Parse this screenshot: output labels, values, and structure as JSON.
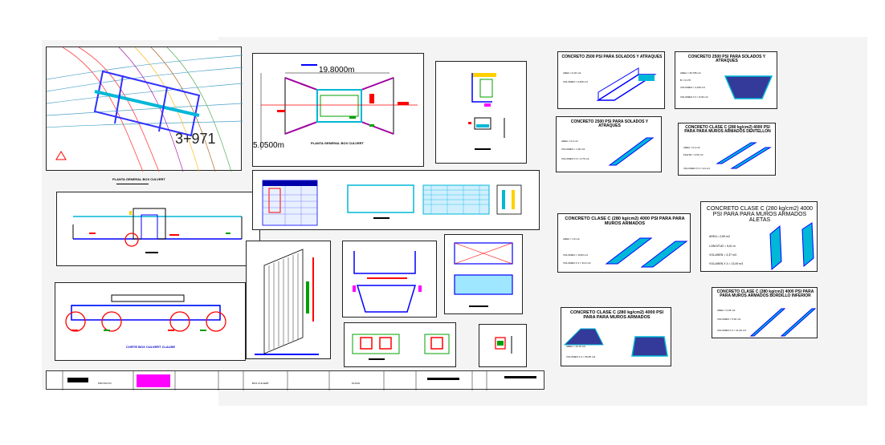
{
  "drawing": {
    "plan_caption": "PLANTA GENERAL BOX CULVERT",
    "dim_length": "19.8000m",
    "dim_width": "5.0500m",
    "station_text": "3+971",
    "plan_box_caption": "PLANTA GENERAL BOX CULVERT",
    "section_caption": "CORTE BOX CULVERT CLAUSE"
  },
  "concrete_panels": [
    {
      "title": "CONCRETO 2500 PSI PARA SOLADOS Y ATRAQUES",
      "notes": [
        "AREA = 0,40 m2",
        "VOLUMEN = 0,450 m3"
      ]
    },
    {
      "title": "CONCRETO 2500 PSI PARA SOLADOS Y ATRAQUES",
      "notes": [
        "AREA = 46,795 m2",
        "B = 0,175",
        "VOLUMEN = 4,015 m3",
        "VOLUMEN X 2 = 8,03 m3"
      ]
    },
    {
      "title": "CONCRETO 2500 PSI PARA SOLADOS Y ATRAQUES",
      "notes": [
        "AREA = 0,4 m2",
        "VOLUMEN = 1,18 m3",
        "VOLUMEN X 3 = 3,76 m3"
      ]
    },
    {
      "title": "CONCRETO CLASE C (280 kg/cm2) 4000 PSI PARA PARA MUROS ARMADOS DENTELLON",
      "notes": [
        "AREA = 0,4 m2",
        "FILETE = 3,03 m3",
        "VOLUMEN X 3 = 4,0 m3"
      ]
    },
    {
      "title": "CONCRETO CLASE C (280 kg/cm2) 4000 PSI PARA PARA MUROS ARMADOS",
      "notes": [
        "AREA = 1,6 m2",
        "VOLUMEN = 10,83 m3",
        "VOLUMEN X 4 = 43,3 m3"
      ]
    },
    {
      "title": "CONCRETO CLASE C (280 kg/cm2) 4000 PSI PARA PARA MUROS ARMADOS ALETAS",
      "notes": [
        "AREA = 0,59 m2",
        "LONGITUD = 5,61 m",
        "VOLUMEN = 3,37 m3",
        "VOLUMEN X 4 = 13,49 m3"
      ]
    },
    {
      "title": "CONCRETO CLASE C (280 kg/cm2) 4000 PSI PARA PARA MUROS ARMADOS",
      "notes": [
        "AREA = 10,76 m2",
        "VOLUMEN X 2 = 59,65 m3"
      ]
    },
    {
      "title": "CONCRETO CLASE C (280 kg/cm2) 4000 PSI PARA PARA MUROS ARMADOS BORDILLO INFERIOR",
      "notes": [
        "AREA = 0,36 m2",
        "VOLUMEN = 5,63 m3",
        "VOLUMEN X 2 = 11,26 m3"
      ]
    }
  ],
  "title_block": {
    "cell1": "PROYECTO",
    "cell2": "BOX CULVERT",
    "cell3": "PLANO"
  },
  "colors": {
    "cyan": "#00b7d7",
    "blue": "#0000ff",
    "red": "#ff0000",
    "green": "#00a000",
    "magenta": "#ff00ff",
    "yellow": "#ffd000"
  }
}
